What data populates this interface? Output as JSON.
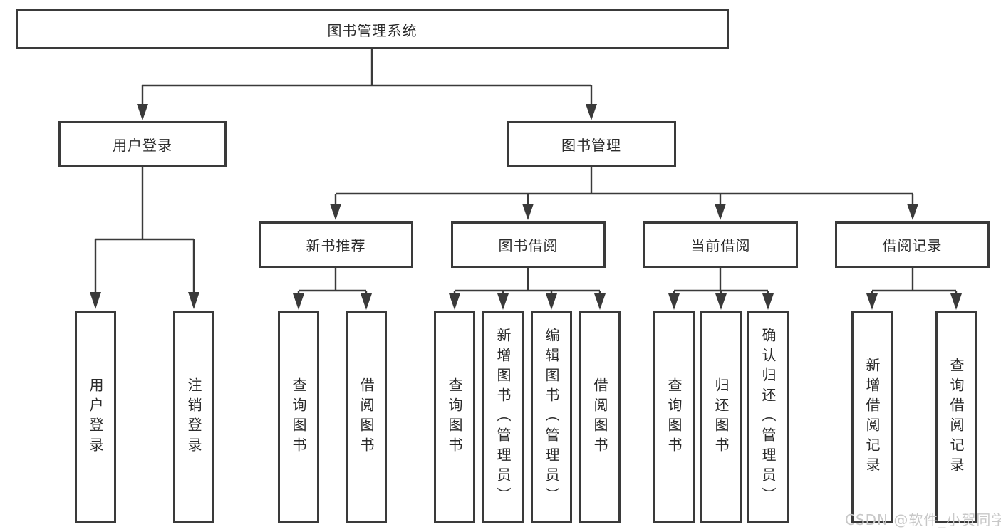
{
  "colors": {
    "line": "#3a3a3a",
    "text": "#2b2b2b",
    "background": "#ffffff",
    "watermark": "#c8c8c8"
  },
  "diagram": {
    "root": "图书管理系统",
    "branches": [
      {
        "label": "用户登录",
        "leaves": [
          "用户登录",
          "注销登录"
        ]
      },
      {
        "label": "图书管理",
        "groups": [
          {
            "label": "新书推荐",
            "leaves": [
              "查询图书",
              "借阅图书"
            ]
          },
          {
            "label": "图书借阅",
            "leaves": [
              "查询图书",
              "新增图书（管理员）",
              "编辑图书（管理员）",
              "借阅图书"
            ]
          },
          {
            "label": "当前借阅",
            "leaves": [
              "查询图书",
              "归还图书",
              "确认归还（管理员）"
            ]
          },
          {
            "label": "借阅记录",
            "leaves": [
              "新增借阅记录",
              "查询借阅记录"
            ]
          }
        ]
      }
    ]
  },
  "watermark": {
    "text": "CSDN @软件_小贺同学"
  }
}
